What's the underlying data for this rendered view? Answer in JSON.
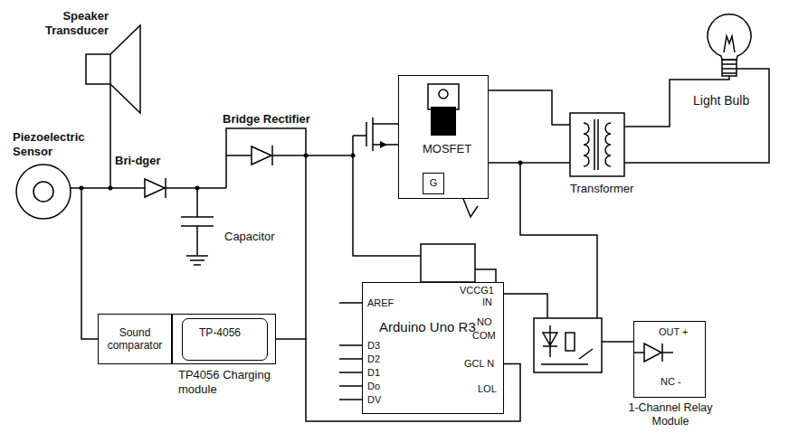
{
  "diagram": {
    "nodes": [
      {
        "text": [
          "MOSFET"
        ]
      },
      {
        "text": [
          "G"
        ],
        "in": 0
      },
      {
        "text": [
          "Sound comparator"
        ]
      },
      {
        "text": [
          "TP4056 Charging module"
        ]
      },
      {
        "text": [
          "TP-4056"
        ],
        "in": 3
      },
      {
        "text": [
          "Arduino Uno R3"
        ]
      },
      {
        "text": [
          "1-Channel Relay Module"
        ]
      }
    ],
    "edges": [
      {
        "from": 3,
        "to": 5,
        "arrow": "none"
      }
    ],
    "labels": [
      "Speaker Transducer",
      "Piezoelectric Sensor",
      "Bri-dger",
      "Bridge Rectifier",
      "Capacitor",
      "Transformer",
      "Light Bulb",
      "AREF",
      "D3",
      "D2",
      "D1",
      "Do",
      "DV",
      "VCCG1",
      "IN",
      "NO",
      "COM",
      "GCL N",
      "LOL",
      "OUT +",
      "NC -"
    ]
  }
}
